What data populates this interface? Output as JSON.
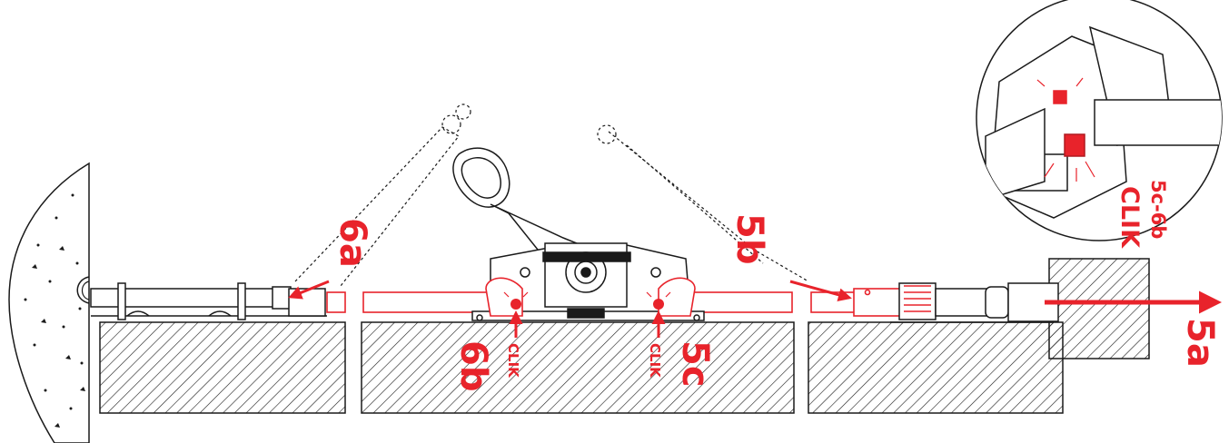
{
  "labels": {
    "step_6a": "6a",
    "step_5b": "5b",
    "step_6b": "6b",
    "step_5c": "5c",
    "step_5a": "5a",
    "click_left": "CLIK",
    "click_right": "CLIK",
    "detail_steps": "5c-6b",
    "detail_click": "CLIK"
  },
  "colors": {
    "accent": "#e8232b",
    "line": "#1a1a1a",
    "highlight_fill": "#f3c9c9"
  }
}
